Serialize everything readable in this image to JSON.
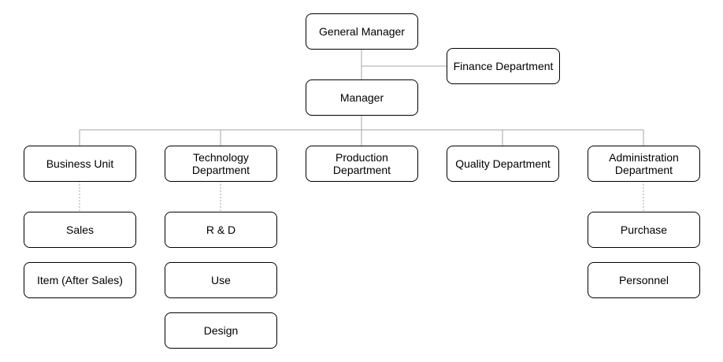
{
  "colors": {
    "border": "#000000",
    "connector": "#a6a6a6",
    "background": "#ffffff"
  },
  "chart": {
    "root": "General Manager",
    "finance": "Finance Department",
    "manager": "Manager",
    "departments": {
      "business": "Business Unit",
      "technology": "Technology Department",
      "production": "Production Department",
      "quality": "Quality Department",
      "administration": "Administration Department"
    },
    "business_units": {
      "sales": "Sales",
      "item": "Item (After Sales)"
    },
    "technology_units": {
      "rd": "R & D",
      "use": "Use",
      "design": "Design"
    },
    "administration_units": {
      "purchase": "Purchase",
      "personnel": "Personnel"
    }
  }
}
